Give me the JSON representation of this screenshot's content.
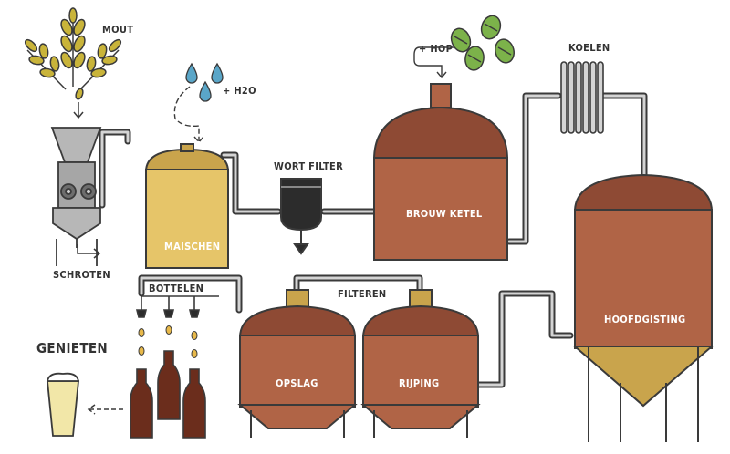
{
  "labels": {
    "malt": "MOUT",
    "water": "+ H2O",
    "hops": "+ HOP",
    "cooling": "KOELEN",
    "wort_filter": "WORT FILTER",
    "milling": "SCHROTEN",
    "mashing": "MAISCHEN",
    "brew_kettle": "BROUW KETEL",
    "main_fermentation": "HOOFDGISTING",
    "bottling": "BOTTELEN",
    "filtering": "FILTEREN",
    "storage": "OPSLAG",
    "maturation": "RIJPING",
    "enjoy": "GENIETEN"
  },
  "colors": {
    "pipe": "#3a3a3a",
    "pipe_fill": "#c9c9c9",
    "copper": "#b06446",
    "copper_dark": "#8e4a34",
    "gold": "#c9a44c",
    "metal": "#9a9a9a",
    "beer": "#f2e7a8",
    "water_drop": "#5aa6c8",
    "hop_green": "#7cb24a",
    "bottle": "#6b2d1c",
    "grain": "#c9b43a"
  }
}
